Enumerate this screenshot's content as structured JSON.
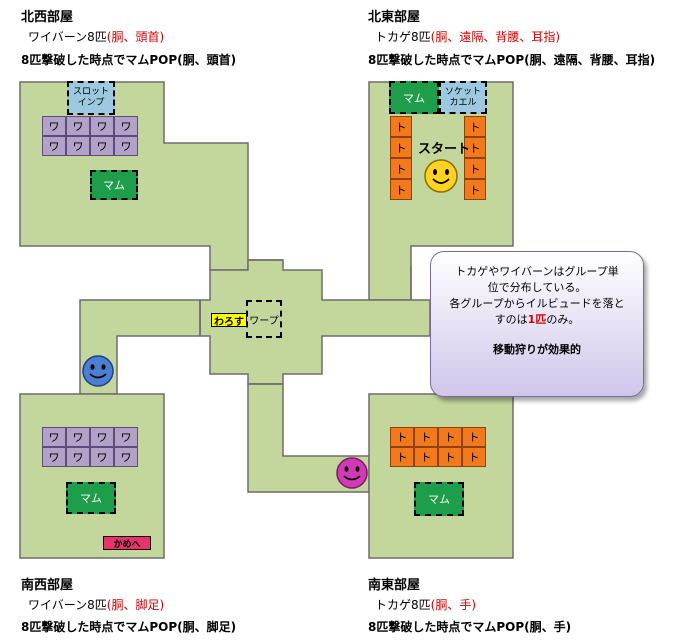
{
  "rooms": {
    "nw": {
      "title": "北西部屋",
      "mob": "ワイバーン8匹",
      "drops_open": "(",
      "drops": "胴、頭首",
      "drops_close": ")",
      "note": "8匹撃破した時点でマムPOP(胴、頭首)"
    },
    "ne": {
      "title": "北東部屋",
      "mob": "トカゲ8匹",
      "drops_open": "(",
      "drops": "胴、遠隔、背腰、耳指",
      "drops_close": ")",
      "note": "8匹撃破した時点でマムPOP(胴、遠隔、背腰、耳指)"
    },
    "sw": {
      "title": "南西部屋",
      "mob": "ワイバーン8匹",
      "drops_open": "(",
      "drops": "胴、脚足",
      "drops_close": ")",
      "note": "8匹撃破した時点でマムPOP(胴、脚足)"
    },
    "se": {
      "title": "南東部屋",
      "mob": "トカゲ8匹",
      "drops_open": "(",
      "drops": "胴、手",
      "drops_close": ")",
      "note": "8匹撃破した時点でマムPOP(胴、手)"
    }
  },
  "map": {
    "wyvern_label": "ワ",
    "lizard_label": "ト",
    "mam_label": "マム",
    "slot_imp_line1": "スロット",
    "slot_imp_line2": "インプ",
    "socket_line1": "ソケット",
    "socket_line2": "カエル",
    "start_label": "スタート",
    "warp_label": "ワープ",
    "warose_label": "わろす",
    "kame_label": "かめへ"
  },
  "callout": {
    "line1": "トカゲやワイバーンはグループ単",
    "line2": "位で分布している。",
    "line3": "各グループからイルビュードを落と",
    "line4_pre": "すのは",
    "line4_em": "1匹",
    "line4_post": "のみ。",
    "line5": "移動狩りが効果的"
  },
  "colors": {
    "floor": "#c3d69b",
    "wall": "#6d6d6d",
    "wyvern": "#b3a2c7",
    "lizard": "#f27a1d",
    "mam": "#1e9e4a",
    "socket": "#9cc9e0",
    "drops_text": "#d40000",
    "face_start": "#ffd21f",
    "face_blue": "#4a7fd4",
    "face_pink": "#d13bb4"
  }
}
